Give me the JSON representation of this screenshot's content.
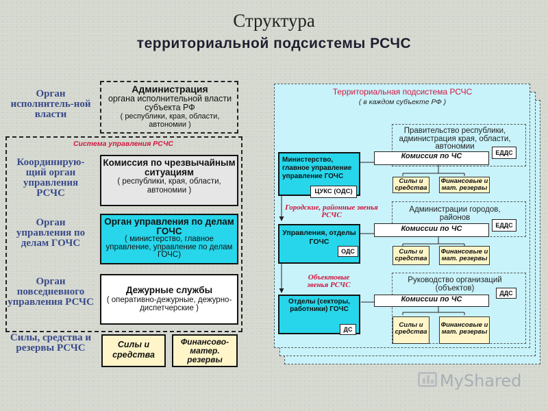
{
  "title": {
    "line1": "Структура",
    "line2": "территориальной  подсистемы  РСЧС"
  },
  "left_labels": {
    "organ_exec": "Орган исполнитель-ной власти",
    "coord": "Координирую-щий орган управления РСЧС",
    "organ_gochs": "Орган управления по делам ГОЧС",
    "organ_daily": "Орган повседневного управления РСЧС",
    "forces": "Силы, средства и резервы РСЧС"
  },
  "left_boxes": {
    "admin_title": "Администрация",
    "admin_text": "органа исполнительной власти субъекта РФ",
    "admin_sub": "( республики, края, области, автономии )",
    "system_label": "Система   управления   РСЧС",
    "commission_title": "Комиссия по чрезвычайным ситуациям",
    "commission_sub": "( республики, края, области, автономии )",
    "gochs_title": "Орган управления по делам ГОЧС",
    "gochs_sub": "( министерство, главное управление, управление по делам ГОЧС)",
    "duty_title": "Дежурные службы",
    "duty_sub": "( оперативно-дежурные, дежурно-диспетчерские )",
    "forces_box": "Силы и средства",
    "finance_box": "Финансово-матер. резервы"
  },
  "right": {
    "title": "Территориальная  подсистема  РСЧС",
    "subtitle": "( в каждом субъекте РФ )",
    "gov": "Правительство республики, администрация края, области, автономии",
    "ministry": "Министерство, главное управление управление ГОЧС",
    "tsuks": "ЦУКС (ОДС)",
    "edds1": "ЕДДС",
    "commission1": "Комиссия  по  ЧС",
    "city_label": "Городские, районные звенья  РСЧС",
    "city_admin": "Администрации городов, районов",
    "departments": "Управления, отделы ГОЧС",
    "ods": "ОДС",
    "edds2": "ЕДДС",
    "commission2": "Комиссии  по  ЧС",
    "obj_label": "Объектовые звенья  РСЧС",
    "org_mgmt": "Руководство организаций (объектов)",
    "units": "Отделы (секторы, работники) ГОЧС",
    "ds": "ДС",
    "dds": "ДДС",
    "commission3": "Комиссии  по  ЧС",
    "forces_small": "Силы  и средства",
    "finance_small": "Финансовые и мат. резервы"
  },
  "watermark": "MyShared"
}
